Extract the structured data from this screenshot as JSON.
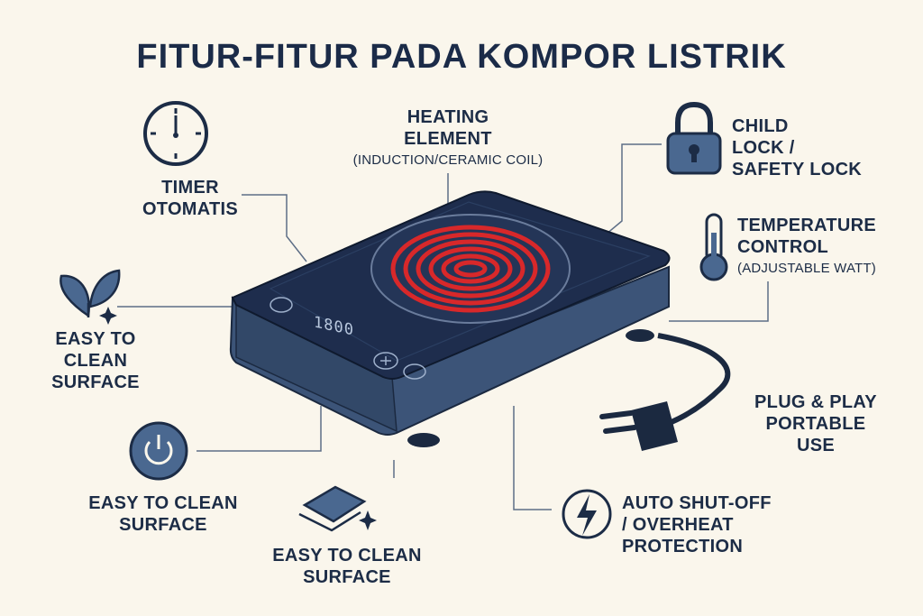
{
  "title": "FITUR-FITUR PADA KOMPOR LISTRIK",
  "display_readout": "1800",
  "features": {
    "heating": {
      "line1": "HEATING",
      "line2": "ELEMENT",
      "sub": "(INDUCTION/CERAMIC COIL)",
      "icon": "heating-coil"
    },
    "timer": {
      "line1": "TIMER",
      "line2": "OTOMATIS",
      "icon": "clock-icon"
    },
    "child_lock": {
      "line1": "CHILD",
      "line2": "LOCK /",
      "line3": "SAFETY LOCK",
      "icon": "padlock-icon"
    },
    "temperature": {
      "line1": "TEMPERATURE",
      "line2": "CONTROL",
      "sub": "(ADJUSTABLE WATT)",
      "icon": "thermometer-icon"
    },
    "easy_clean_leaf": {
      "line1": "EASY TO",
      "line2": "CLEAN",
      "line3": "SURFACE",
      "icon": "leaf-icon"
    },
    "plug": {
      "line1": "PLUG & PLAY",
      "line2": "PORTABLE",
      "line3": "USE",
      "icon": "plug-icon"
    },
    "easy_clean_power": {
      "line1": "EASY TO CLEAN",
      "line2": "SURFACE",
      "icon": "power-button-icon"
    },
    "easy_clean_cloth": {
      "line1": "EASY TO CLEAN",
      "line2": "SURFACE",
      "icon": "cloth-icon"
    },
    "auto_shutoff": {
      "line1": "AUTO SHUT-OFF",
      "line2": "/ OVERHEAT",
      "line3": "PROTECTION",
      "icon": "lightning-icon"
    }
  },
  "colors": {
    "background": "#faf6ec",
    "navy": "#1c2c46",
    "cooktop_top": "#1e2d4d",
    "cooktop_side": "#3c5478",
    "coil": "#d8282a",
    "icon_fill": "#4a6890"
  }
}
